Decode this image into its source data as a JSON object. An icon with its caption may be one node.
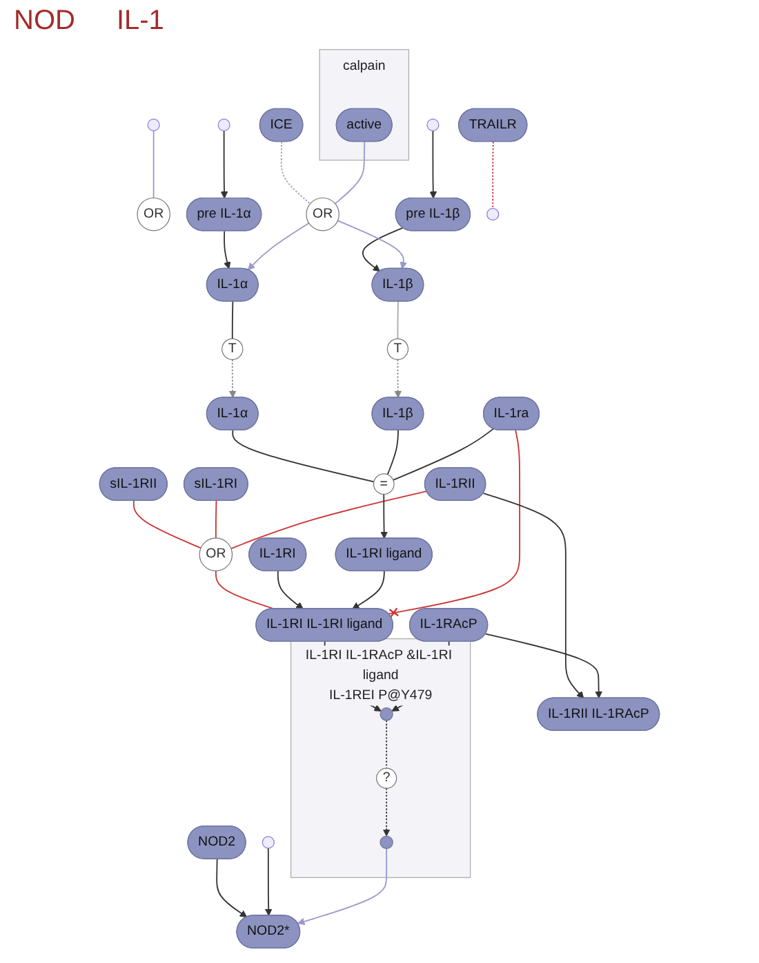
{
  "diagram": {
    "nodes": [
      {
        "text": [
          "sIL-1RII"
        ]
      },
      {
        "text": [
          "sIL-1RI"
        ]
      },
      {
        "text": [
          "OR"
        ]
      },
      {
        "text": [
          "IL-1RII"
        ]
      },
      {
        "text": [
          "IL-1RI"
        ]
      },
      {
        "text": [
          "IL-1RI ligand"
        ]
      },
      {
        "text": [
          "IL-1α"
        ]
      },
      {
        "text": [
          "IL-1β"
        ]
      },
      {
        "text": [
          "="
        ]
      },
      {
        "text": [
          "IL-1RI IL-1RI ligand"
        ]
      },
      {
        "text": [
          "IL-1ra"
        ]
      },
      {
        "text": [
          "IL-1RAcP"
        ]
      },
      {
        "text": [
          "IL-1RII IL-1RAcP"
        ]
      },
      {
        "text": [
          "TRAILR"
        ]
      },
      {
        "text": [
          "IL-1RI IL-1RAcP &IL-1RI ligand",
          "IL-1REI P@Y479"
        ]
      },
      {
        "text": [],
        "shape": "circle",
        "in": 14
      },
      {
        "text": [],
        "shape": "circle",
        "in": 14
      },
      {
        "text": [
          "?"
        ],
        "in": 14
      },
      {
        "text": [
          "NOD2"
        ]
      },
      {
        "text": [
          "NOD2*"
        ]
      },
      {
        "text": [
          "OR"
        ]
      },
      {
        "text": [
          "IL-1β"
        ]
      },
      {
        "text": [
          "IL-1α"
        ]
      },
      {
        "text": [
          "ICE"
        ]
      },
      {
        "text": [
          "OR"
        ]
      },
      {
        "text": [
          "pre IL-1α"
        ]
      },
      {
        "text": [
          "pre IL-1β"
        ]
      },
      {
        "text": [
          "calpain"
        ]
      },
      {
        "text": [
          "active"
        ],
        "in": 27
      },
      {
        "text": [
          "T"
        ]
      },
      {
        "text": [
          "T"
        ]
      }
    ],
    "edges": [
      {
        "from": 0,
        "to": 2,
        "arrow": "none",
        "color": "#cc3333"
      },
      {
        "from": 1,
        "to": 2,
        "arrow": "none",
        "color": "#cc3333"
      },
      {
        "from": 3,
        "to": 2,
        "arrow": "none",
        "color": "#cc3333"
      },
      {
        "from": 2,
        "to": 9,
        "arrow": "none",
        "color": "#cc3333"
      },
      {
        "from": 4,
        "to": 9,
        "arrow": "to"
      },
      {
        "from": 5,
        "to": 9,
        "arrow": "to"
      },
      {
        "from": 10,
        "to": 9,
        "arrow": "other",
        "color": "#cc3333"
      },
      {
        "from": 6,
        "to": 8,
        "arrow": "none"
      },
      {
        "from": 7,
        "to": 8,
        "arrow": "none"
      },
      {
        "from": 10,
        "to": 8,
        "arrow": "none"
      },
      {
        "from": 8,
        "to": 5,
        "arrow": "to"
      },
      {
        "from": 3,
        "to": 12,
        "arrow": "to"
      },
      {
        "from": 11,
        "to": 12,
        "arrow": "to"
      },
      {
        "from": 9,
        "to": 15,
        "arrow": "to"
      },
      {
        "from": 11,
        "to": 15,
        "arrow": "to"
      },
      {
        "from": 15,
        "to": 17,
        "arrow": "none",
        "style": "dashed"
      },
      {
        "from": 17,
        "to": 16,
        "arrow": "to",
        "style": "dashed"
      },
      {
        "from": 13,
        "to": null,
        "arrow": "none",
        "style": "dashed",
        "color": "#cc3333"
      },
      {
        "from": 18,
        "to": 19,
        "arrow": "to"
      },
      {
        "from": null,
        "to": 19,
        "arrow": "to"
      },
      {
        "from": 16,
        "to": 19,
        "arrow": "to",
        "color": "#9999cc"
      },
      {
        "from": null,
        "to": 20,
        "arrow": "none",
        "color": "#9999cc"
      },
      {
        "from": 21,
        "to": 29,
        "arrow": "none",
        "color": "#aaaaaa"
      },
      {
        "from": 22,
        "to": 30,
        "arrow": "none"
      },
      {
        "from": 29,
        "to": 7,
        "arrow": "to",
        "style": "dashed",
        "color": "#888888"
      },
      {
        "from": 30,
        "to": 6,
        "arrow": "to",
        "style": "dashed",
        "color": "#888888"
      },
      {
        "from": 26,
        "to": 21,
        "arrow": "to"
      },
      {
        "from": 25,
        "to": 22,
        "arrow": "to"
      },
      {
        "from": 23,
        "to": 24,
        "arrow": "none",
        "style": "dashed",
        "color": "#9999cc"
      },
      {
        "from": 24,
        "to": 21,
        "arrow": "to",
        "color": "#9999cc"
      },
      {
        "from": 24,
        "to": 22,
        "arrow": "to",
        "color": "#9999cc"
      },
      {
        "from": 28,
        "to": 24,
        "arrow": "none",
        "color": "#9999cc"
      },
      {
        "from": null,
        "to": 25,
        "arrow": "to"
      },
      {
        "from": null,
        "to": 26,
        "arrow": "to"
      }
    ],
    "labels": [
      "NOD",
      "IL-1"
    ]
  }
}
